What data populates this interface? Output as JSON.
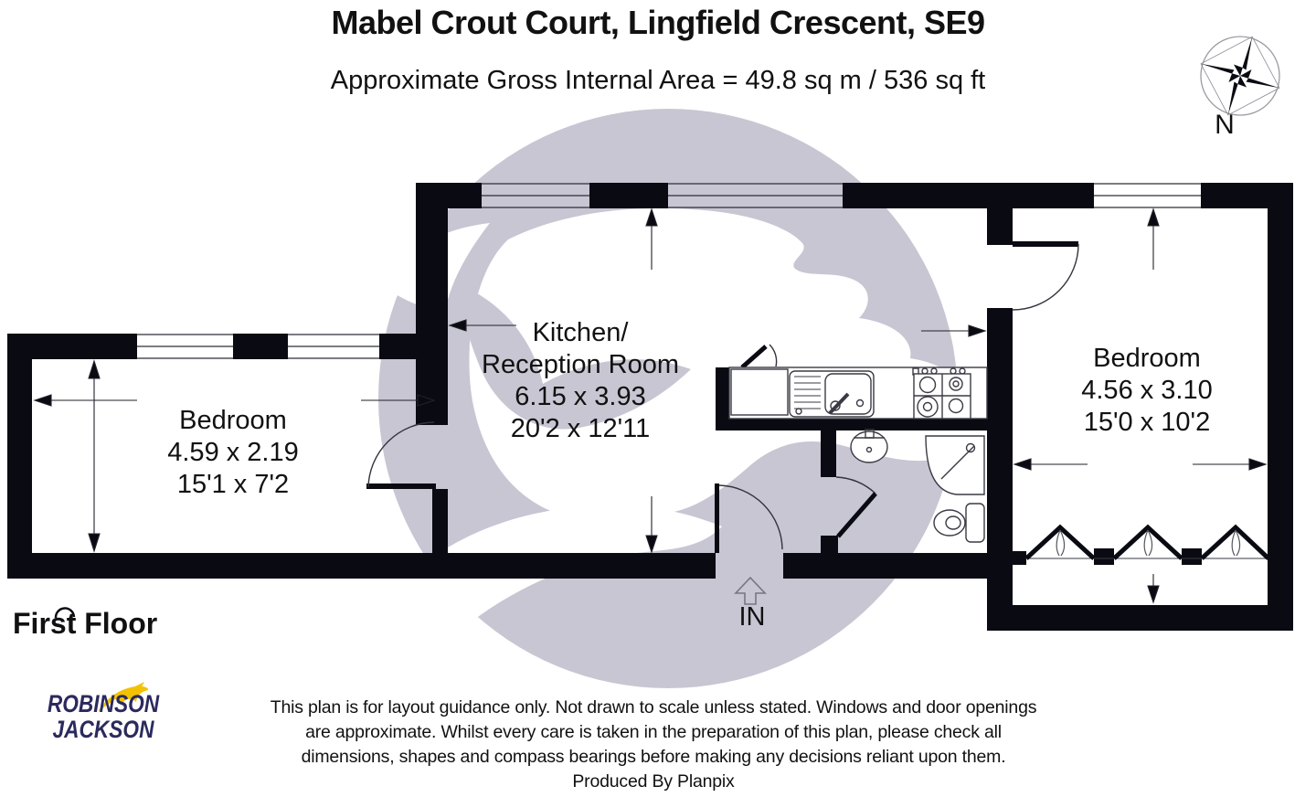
{
  "header": {
    "title": "Mabel Crout Court, Lingfield Crescent, SE9",
    "subtitle": "Approximate Gross Internal Area = 49.8 sq m / 536 sq ft"
  },
  "compass": {
    "label": "N"
  },
  "rooms": [
    {
      "name": "Bedroom",
      "metric": "4.59 x 2.19",
      "imperial": "15'1 x 7'2"
    },
    {
      "name_line1": "Kitchen/",
      "name_line2": "Reception Room",
      "metric": "6.15 x 3.93",
      "imperial": "20'2 x 12'11"
    },
    {
      "name": "Bedroom",
      "metric": "4.56 x 3.10",
      "imperial": "15'0 x 10'2"
    }
  ],
  "entrance_label": "IN",
  "floor_label": "First Floor",
  "branding": {
    "agency_line1": "ROBINSON",
    "agency_line2": "JACKSON"
  },
  "disclaimer": {
    "line1": "This plan is for layout guidance only. Not drawn to scale unless stated. Windows and door openings",
    "line2": "are approximate. Whilst every care is taken in the preparation of this plan, please check all",
    "line3": "dimensions, shapes and compass bearings before making any decisions reliant upon them.",
    "line4": "Produced By Planpix"
  },
  "colors": {
    "wall": "#0a0a12",
    "watermark_gray": "#c7c6d2",
    "logo_navy": "#2b2a5e",
    "logo_yellow": "#f2c200"
  }
}
